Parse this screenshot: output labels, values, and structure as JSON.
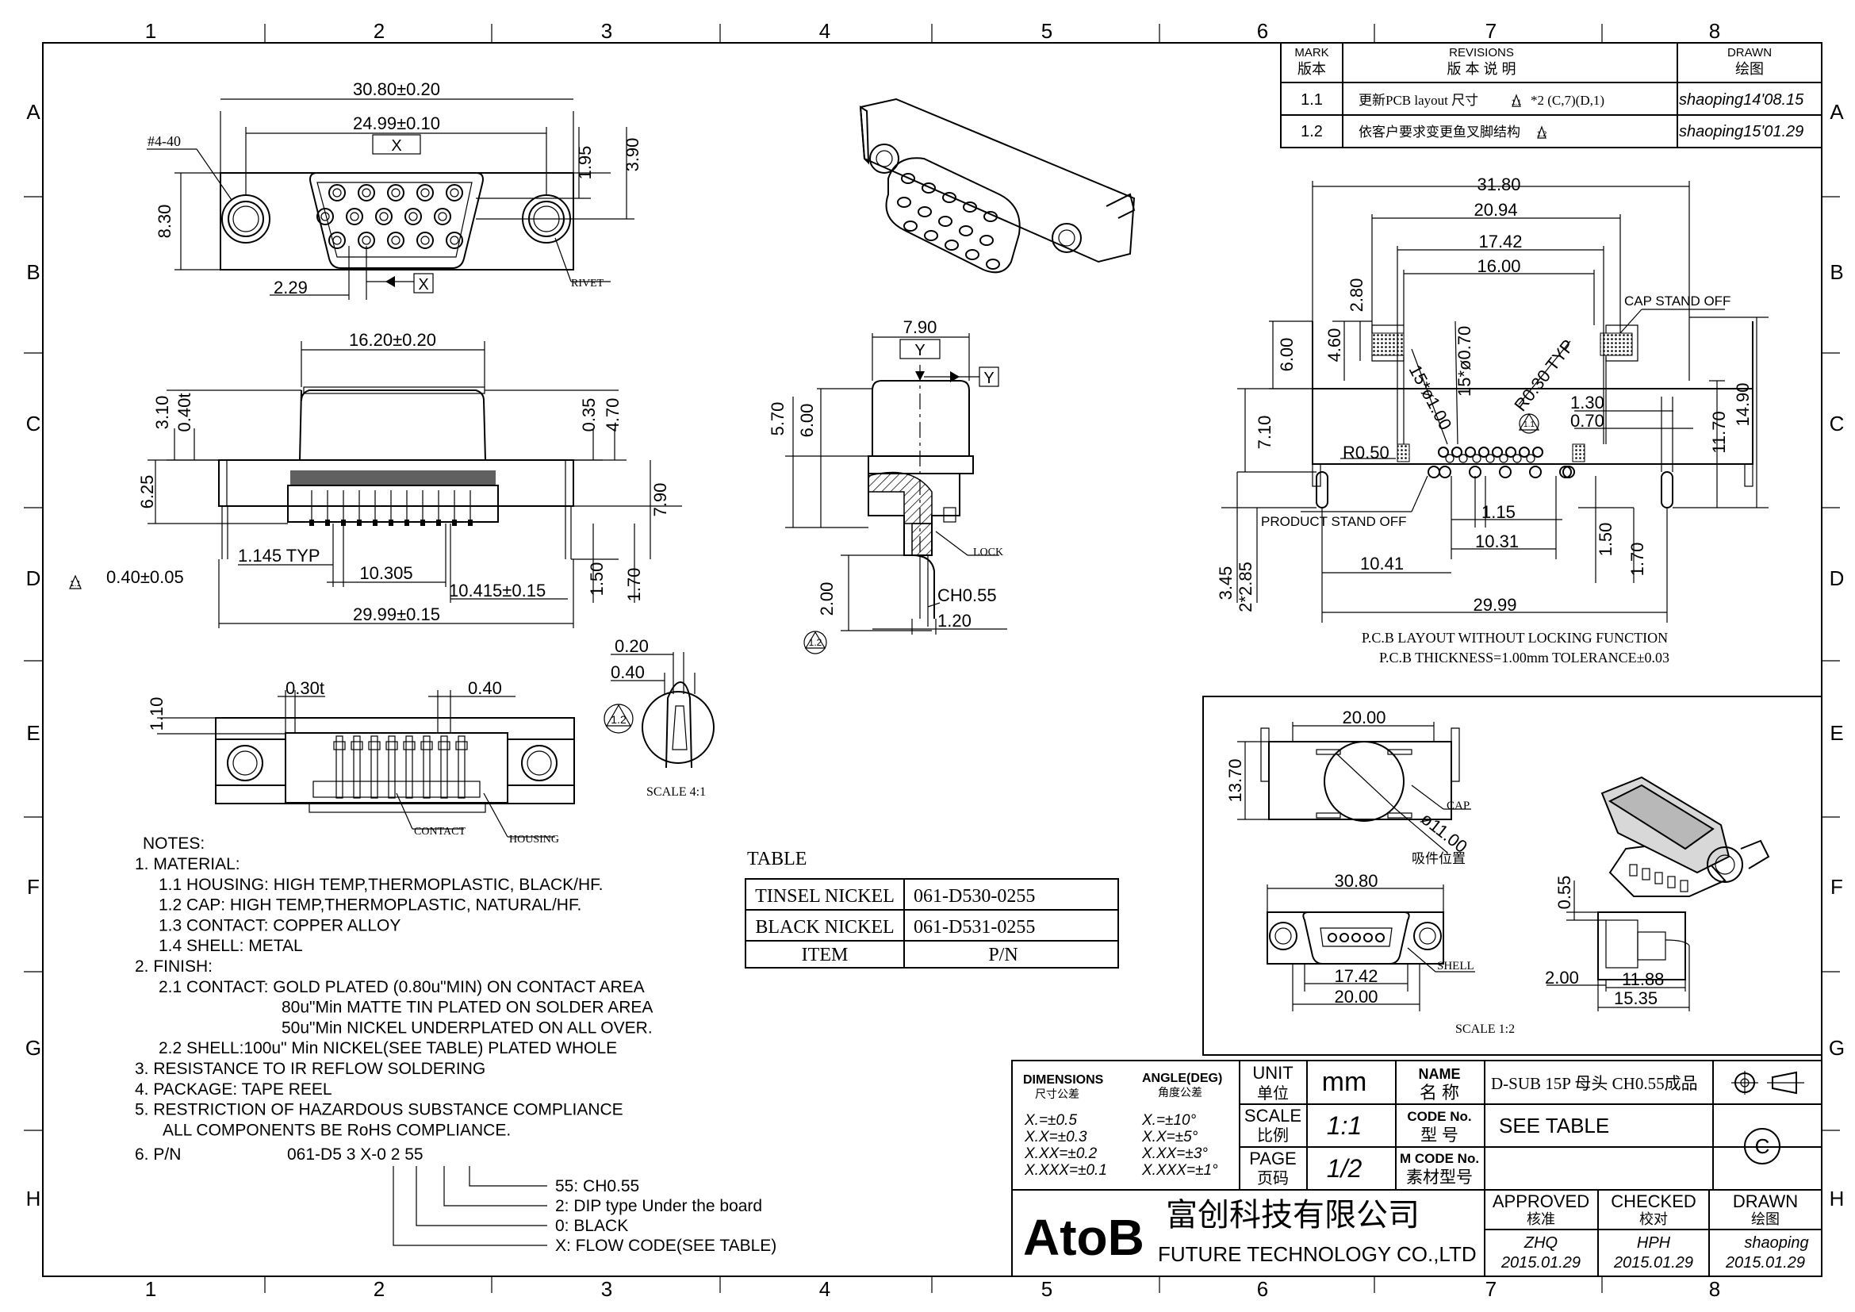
{
  "grid": {
    "columns": [
      "1",
      "2",
      "3",
      "4",
      "5",
      "6",
      "7",
      "8"
    ],
    "rows": [
      "A",
      "B",
      "C",
      "D",
      "E",
      "F",
      "G",
      "H"
    ]
  },
  "revisions": {
    "header_mark": "MARK",
    "header_mark_cn": "版本",
    "header_rev": "REVISIONS",
    "header_rev_cn": "版 本 说 明",
    "header_drawn": "DRAWN",
    "header_drawn_cn": "绘图",
    "rows": [
      {
        "mark": "1.1",
        "desc": "更新PCB layout 尺寸",
        "desc_extra": "*2 (C,7)(D,1)",
        "mark_ref": "1.1",
        "drawn": "shaoping14'08.15"
      },
      {
        "mark": "1.2",
        "desc": "依客户要求变更鱼叉脚结构",
        "desc_extra": "",
        "mark_ref": "1.2",
        "drawn": "shaoping15'01.29"
      }
    ]
  },
  "front_view": {
    "d1": "30.80±0.20",
    "d2": "24.99±0.10",
    "datum": "X",
    "d3": "1.95",
    "d4": "3.90",
    "d5": "8.30",
    "d6": "2.29",
    "thread": "#4-40",
    "rivet": "RIVET"
  },
  "side_view": {
    "d1": "16.20±0.20",
    "d2": "3.10",
    "d3": "0.40t",
    "d4": "0.35",
    "d5": "4.70",
    "d6": "6.25",
    "d7": "7.90",
    "d8": "1.145 TYP",
    "d9": "10.305",
    "d10": "10.415±0.15",
    "d11": "1.50",
    "d12": "1.70",
    "d13": "0.40±0.05",
    "d14": "29.99±0.15",
    "rev_mark": "1.1"
  },
  "bottom_view": {
    "d1": "0.30t",
    "d2": "0.40",
    "d3": "1.10",
    "d4": "0.20",
    "d5": "0.40",
    "contact": "CONTACT",
    "housing": "HOUSING",
    "scale": "SCALE 4:1",
    "rev_mark": "1.2"
  },
  "section_view": {
    "d1": "7.90",
    "datum": "Y",
    "d2": "5.70",
    "d3": "6.00",
    "lock": "LOCK",
    "d4": "2.00",
    "d5": "CH0.55",
    "d6": "1.20",
    "rev_mark": "1.2"
  },
  "pcb_layout": {
    "d1": "31.80",
    "d2": "20.94",
    "d3": "17.42",
    "d4": "16.00",
    "d5": "2.80",
    "d6": "4.60",
    "d7": "6.00",
    "d8": "15*ø1.00",
    "d9": "15*ø0.70",
    "d10": "R0.30 TYP",
    "cap_standoff": "CAP STAND OFF",
    "d11": "1.30",
    "d12": "0.70",
    "d13": "7.10",
    "d14": "R0.50",
    "d15": "11.70",
    "d16": "14.90",
    "product_standoff": "PRODUCT STAND OFF",
    "d17": "1.15",
    "d18": "10.31",
    "d19": "10.41",
    "d20": "1.50",
    "d21": "1.70",
    "d22": "3.45",
    "d23": "2*2.85",
    "d24": "29.99",
    "note1": "P.C.B LAYOUT WITHOUT LOCKING FUNCTION",
    "note2": "P.C.B THICKNESS=1.00mm TOLERANCE±0.03",
    "rev_mark": "1.1"
  },
  "packaging": {
    "d1": "20.00",
    "d2": "13.70",
    "cap": "CAP",
    "d3": "ø11.00",
    "suction": "吸件位置",
    "d4": "30.80",
    "d5": "17.42",
    "d6": "20.00",
    "shell": "SHELL",
    "d7": "0.55",
    "d8": "2.00",
    "d9": "11.88",
    "d10": "15.35",
    "scale": "SCALE 1:2"
  },
  "notes": {
    "title": "NOTES:",
    "lines": [
      "1. MATERIAL:",
      "1.1 HOUSING: HIGH TEMP,THERMOPLASTIC, BLACK/HF.",
      "1.2 CAP: HIGH TEMP,THERMOPLASTIC, NATURAL/HF.",
      "1.3 CONTACT: COPPER ALLOY",
      "1.4 SHELL: METAL",
      "2. FINISH:",
      "2.1 CONTACT: GOLD PLATED (0.80u\"MIN) ON CONTACT AREA",
      "80u\"Min MATTE TIN PLATED ON SOLDER AREA",
      "50u\"Min NICKEL UNDERPLATED ON ALL OVER.",
      "2.2 SHELL:100u\" Min NICKEL(SEE TABLE) PLATED WHOLE",
      "3. RESISTANCE TO IR REFLOW SOLDERING",
      "4. PACKAGE: TAPE REEL",
      "5. RESTRICTION OF HAZARDOUS SUBSTANCE COMPLIANCE",
      "ALL COMPONENTS BE RoHS COMPLIANCE."
    ],
    "pn_label": "6. P/N",
    "pn_code": "061-D5 3 X-0 2 55",
    "pn_legend": [
      "55: CH0.55",
      "2: DIP type Under the board",
      "0: BLACK",
      "X: FLOW CODE(SEE TABLE)"
    ]
  },
  "pn_table": {
    "title": "TABLE",
    "rows": [
      {
        "item": "TINSEL NICKEL",
        "pn": "061-D530-0255"
      },
      {
        "item": "BLACK NICKEL",
        "pn": "061-D531-0255"
      }
    ],
    "header_item": "ITEM",
    "header_pn": "P/N"
  },
  "title_block": {
    "dim_label": "DIMENSIONS",
    "dim_label_cn": "尺寸公差",
    "ang_label": "ANGLE(DEG)",
    "ang_label_cn": "角度公差",
    "tol": [
      "X.=±0.5",
      "X.X=±0.3",
      "X.XX=±0.2",
      "X.XXX=±0.1"
    ],
    "ang": [
      "X.=±10°",
      "X.X=±5°",
      "X.XX=±3°",
      "X.XXX=±1°"
    ],
    "unit_label": "UNIT",
    "unit_label_cn": "单位",
    "unit": "mm",
    "scale_label": "SCALE",
    "scale_label_cn": "比例",
    "scale": "1:1",
    "page_label": "PAGE",
    "page_label_cn": "页码",
    "page": "1/2",
    "name_label": "NAME",
    "name_label_cn": "名 称",
    "name": "D-SUB 15P 母头 CH0.55成品",
    "code_label": "CODE No.",
    "code_label_cn": "型 号",
    "code": "SEE TABLE",
    "mcode_label": "M CODE No.",
    "mcode_label_cn": "素材型号",
    "company_logo": "AtoB",
    "company_cn": "富创科技有限公司",
    "company_en": "FUTURE TECHNOLOGY CO.,LTD",
    "approved_label": "APPROVED",
    "approved_cn": "核准",
    "approved": "ZHQ",
    "approved_date": "2015.01.29",
    "checked_label": "CHECKED",
    "checked_cn": "校对",
    "checked": "HPH",
    "checked_date": "2015.01.29",
    "drawn_label": "DRAWN",
    "drawn_cn": "绘图",
    "drawn": "shaoping",
    "drawn_date": "2015.01.29",
    "copyright": "C"
  }
}
